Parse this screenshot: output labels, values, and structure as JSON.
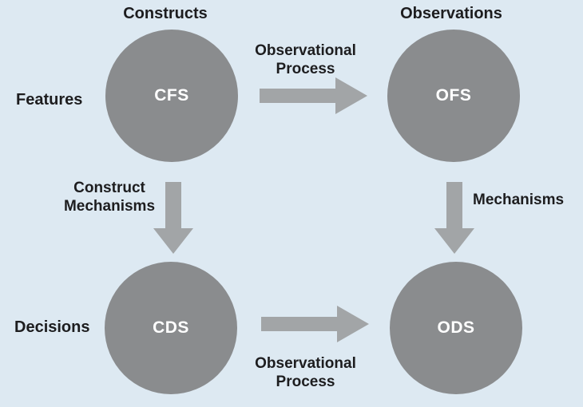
{
  "colors": {
    "background": "#dde9f2",
    "circle": "#8a8c8e",
    "arrow": "#a2a5a7",
    "label_text": "#1d1d1f",
    "circle_label_text": "#ffffff"
  },
  "column_labels": {
    "constructs": "Constructs",
    "observations": "Observations"
  },
  "row_labels": {
    "features": "Features",
    "decisions": "Decisions"
  },
  "nodes": {
    "cfs": "CFS",
    "ofs": "OFS",
    "cds": "CDS",
    "ods": "ODS"
  },
  "edges": {
    "top": {
      "label": "Observational\nProcess"
    },
    "bottom": {
      "label": "Observational\nProcess"
    },
    "left": {
      "label": "Construct\nMechanisms"
    },
    "right": {
      "label": "Mechanisms"
    }
  }
}
